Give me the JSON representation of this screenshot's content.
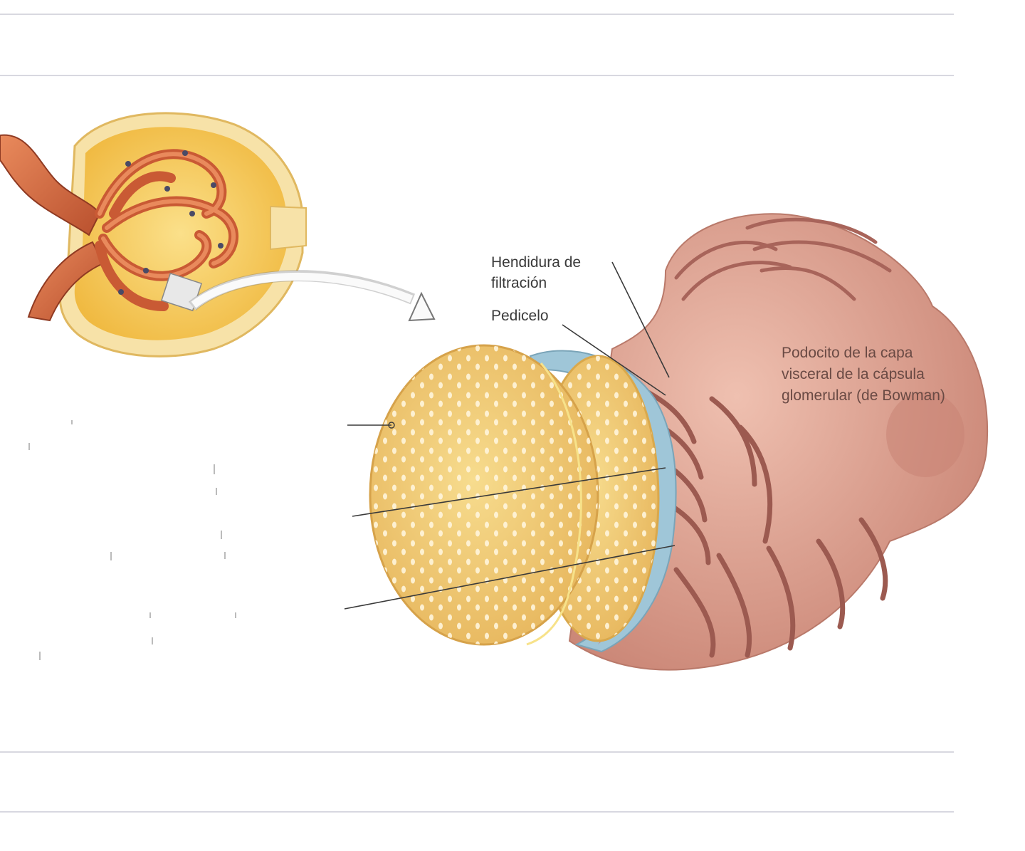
{
  "labels": {
    "filtration_slit": [
      "Hendidura de",
      "filtración"
    ],
    "pedicel": "Pedicelo",
    "podocyte": [
      "Podocito de la capa",
      "visceral de la cápsula",
      "glomerular (de Bowman)"
    ]
  },
  "colors": {
    "capsule": "#f4c95a",
    "capillary": "#d9704a",
    "fenestrated_layer": "#efc770",
    "podocyte": "#d89a88",
    "basement_membrane": "#9fc6d8"
  }
}
